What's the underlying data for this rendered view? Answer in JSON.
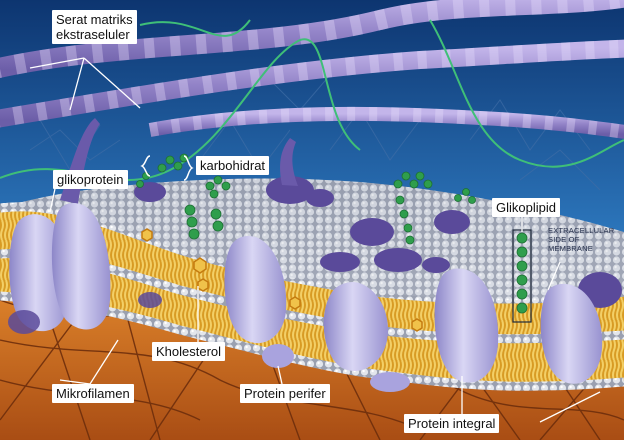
{
  "labels": {
    "serat": "Serat matriks\nekstraseluler",
    "glikoprotein": "glikoprotein",
    "karbohidrat": "karbohidrat",
    "glikoplipid": "Glikoplipid",
    "extracellular": "EXTRACELLULAR\nSIDE OF\nMEMBRANE",
    "kholesterol": "Kholesterol",
    "mikrofilamen": "Mikrofilamen",
    "protein_perifer": "Protein perifer",
    "protein_integral": "Protein integral"
  },
  "colors": {
    "sky_top": "#0f3d78",
    "sky_bottom": "#7ec1ea",
    "fiber": "#9a86cf",
    "protein": "#b3aee4",
    "protein_dark": "#5a4a9a",
    "lipid_head": "#d5d8df",
    "lipid_tail": "#e9b43c",
    "carbohydrate": "#2f9e4c",
    "cytoplasm": "#c4621c",
    "microfilament": "#6e2e0c"
  }
}
